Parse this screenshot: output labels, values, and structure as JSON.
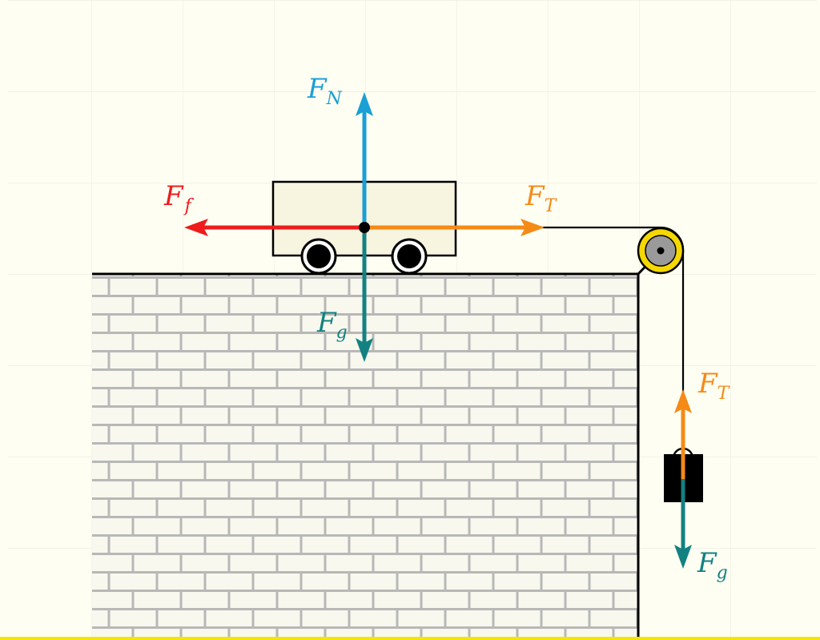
{
  "colors": {
    "background": "#fefef2",
    "grid": "#ecece0",
    "wall_fill": "#f8f8ee",
    "brick_mortar": "#b8b8b8",
    "outline": "#000000",
    "cart_body": "#f7f4df",
    "pulley_rim": "#f4d800",
    "pulley_hub": "#9a9a9a",
    "normal_force": "#1a9fd6",
    "friction_force": "#ee1c1c",
    "tension_force": "#f58a16",
    "gravity_force": "#138181",
    "bottom_line": "#f4e600"
  },
  "forces": {
    "normal": {
      "symbol": "F",
      "subscript": "N",
      "on": "cart",
      "direction": "up"
    },
    "friction": {
      "symbol": "F",
      "subscript": "f",
      "on": "cart",
      "direction": "left"
    },
    "tension_cart": {
      "symbol": "F",
      "subscript": "T",
      "on": "cart",
      "direction": "right"
    },
    "gravity_cart": {
      "symbol": "F",
      "subscript": "g",
      "on": "cart",
      "direction": "down"
    },
    "tension_block": {
      "symbol": "F",
      "subscript": "T",
      "on": "hanging-block",
      "direction": "up"
    },
    "gravity_block": {
      "symbol": "F",
      "subscript": "g",
      "on": "hanging-block",
      "direction": "down"
    }
  }
}
